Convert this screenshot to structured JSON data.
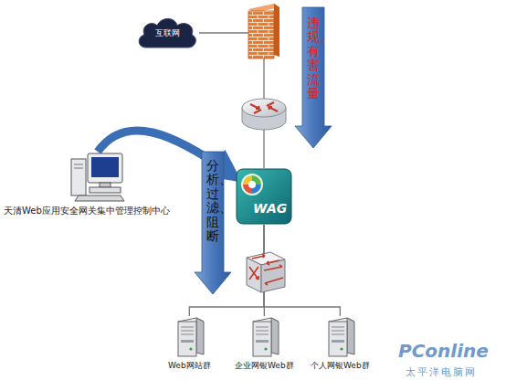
{
  "diagram": {
    "nodes": [
      {
        "text": [
          "互联网"
        ]
      },
      {
        "text": [
          "天清Web应用安全网关集中管理控制中心"
        ]
      },
      {
        "text": [
          "WAG"
        ]
      },
      {
        "text": [
          "Web网站群"
        ]
      },
      {
        "text": [
          "企业网银Web群"
        ]
      },
      {
        "text": [
          "个人网银Web群"
        ]
      }
    ],
    "edges": [
      {
        "from": 0,
        "to": 2,
        "arrow": "none"
      },
      {
        "from": 1,
        "to": 2,
        "arrow": "to"
      },
      {
        "from": 2,
        "to": 3,
        "arrow": "none"
      },
      {
        "from": 2,
        "to": 4,
        "arrow": "none"
      },
      {
        "from": 2,
        "to": 5,
        "arrow": "none"
      }
    ],
    "labels": [
      "违规、有害流量",
      "分析、过滤、阻断",
      "PConline",
      "太平洋电脑网"
    ]
  }
}
